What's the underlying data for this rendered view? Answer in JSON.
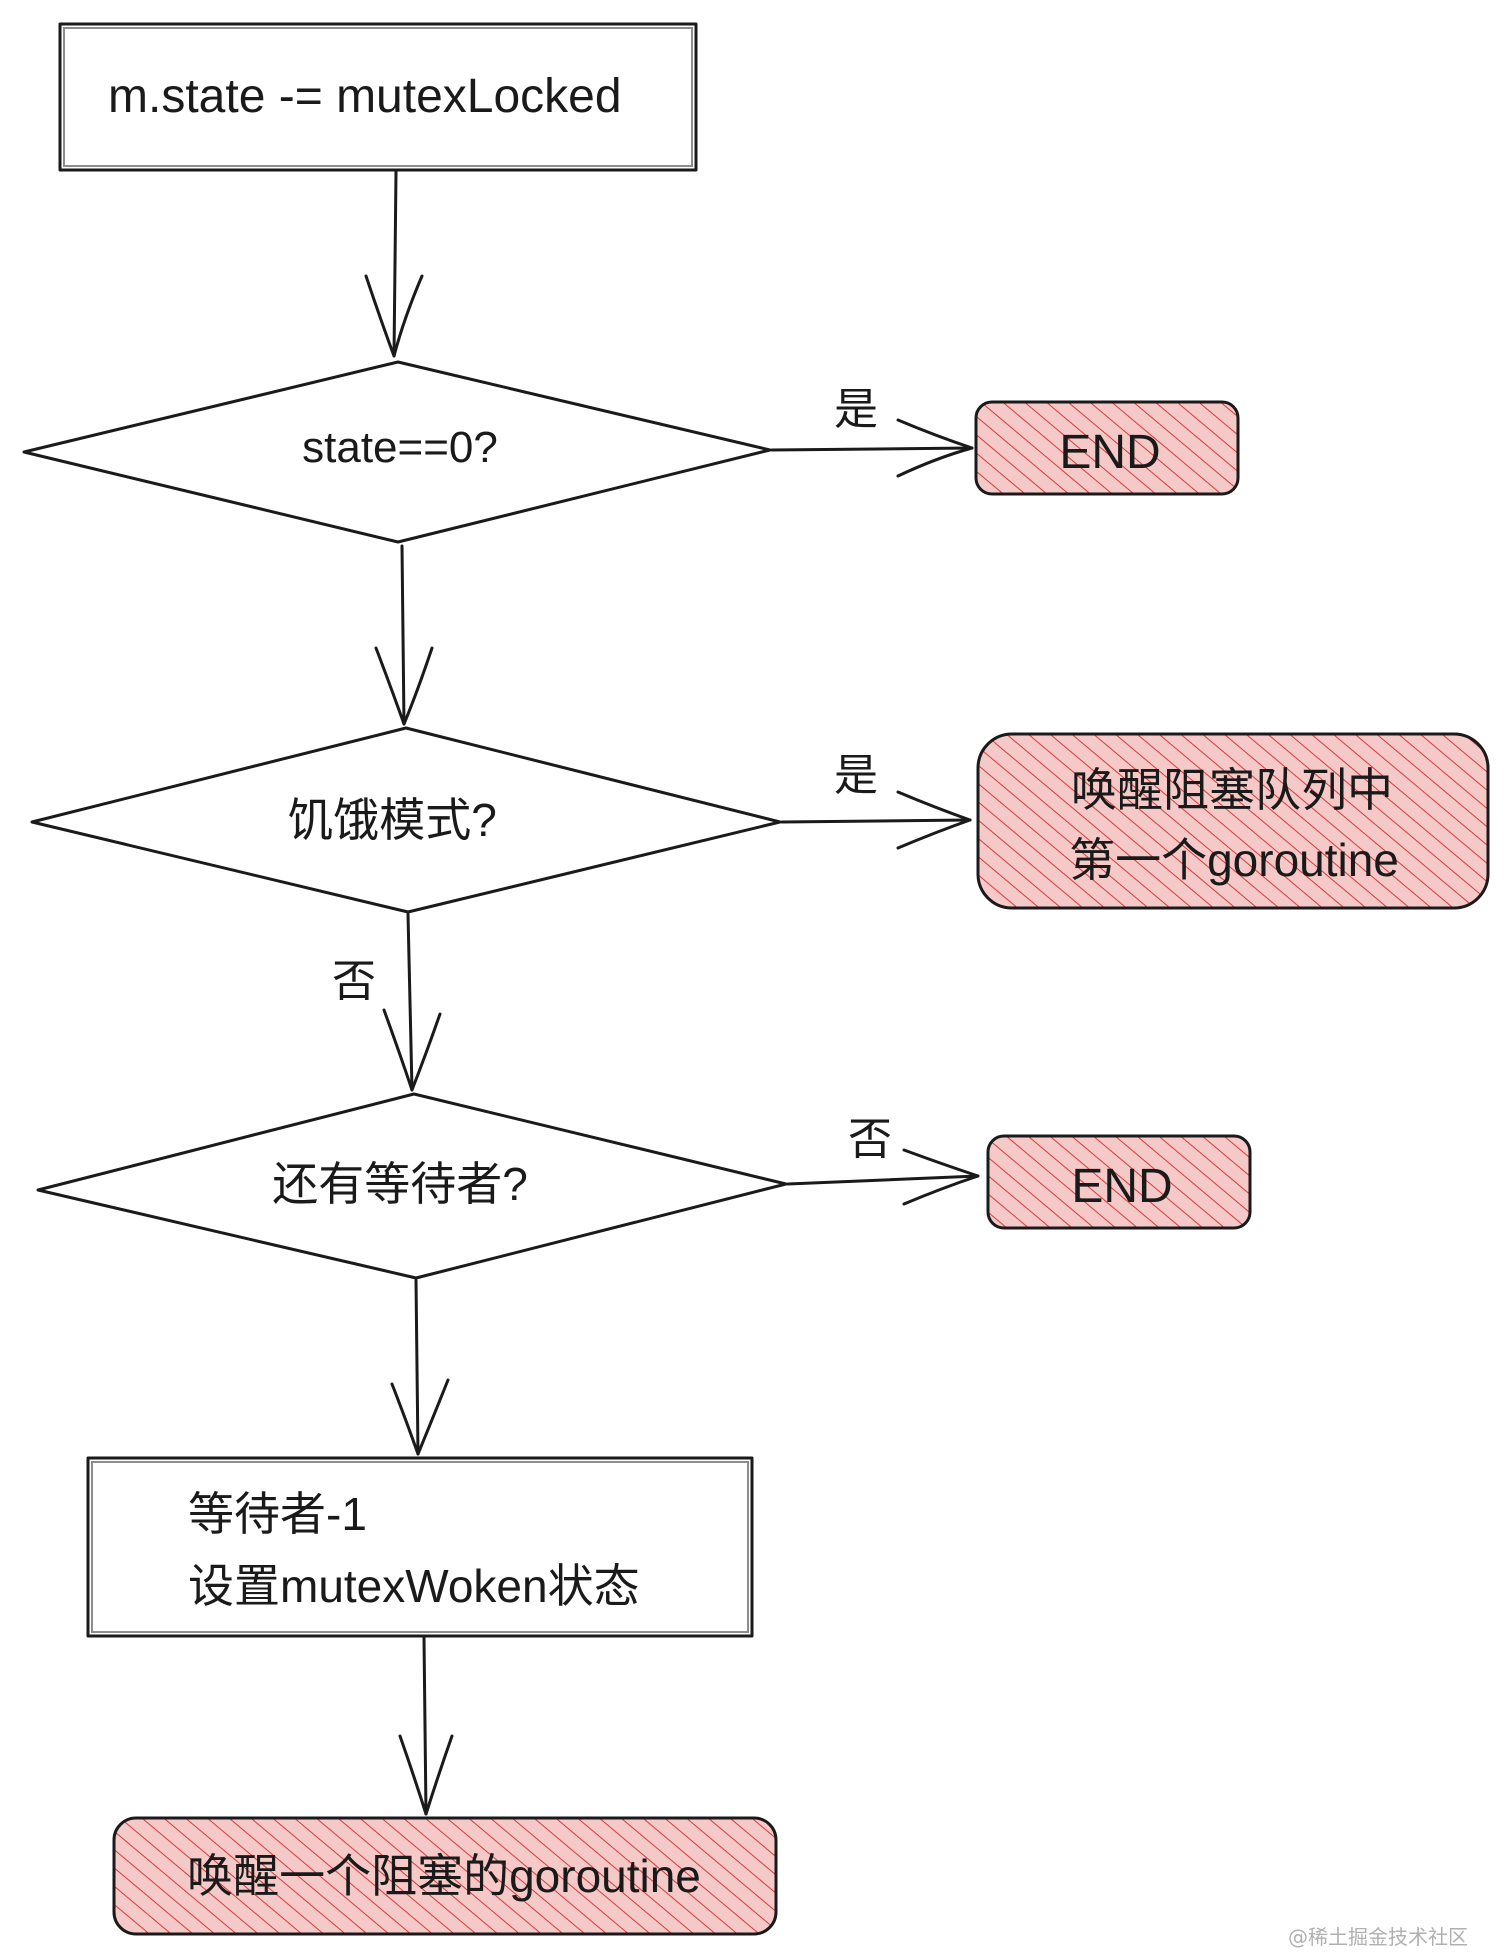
{
  "nodes": {
    "start": {
      "label": "m.state -= mutexLocked"
    },
    "decision1": {
      "label": "state==0?"
    },
    "end1": {
      "label": "END"
    },
    "decision2": {
      "label": "饥饿模式?"
    },
    "wake_first": {
      "line1": "唤醒阻塞队列中",
      "line2": "第一个goroutine"
    },
    "decision3": {
      "label": "还有等待者?"
    },
    "end2": {
      "label": "END"
    },
    "process": {
      "line1": "等待者-1",
      "line2": "设置mutexWoken状态"
    },
    "wake_one": {
      "label": "唤醒一个阻塞的goroutine"
    }
  },
  "edges": {
    "d1_yes": "是",
    "d2_yes": "是",
    "d2_no": "否",
    "d3_no": "否"
  },
  "watermark": "@稀土掘金技术社区",
  "colors": {
    "terminal_fill": "#f2b8b8",
    "terminal_hatch": "#d63b3b",
    "stroke": "#1a1a1a"
  }
}
